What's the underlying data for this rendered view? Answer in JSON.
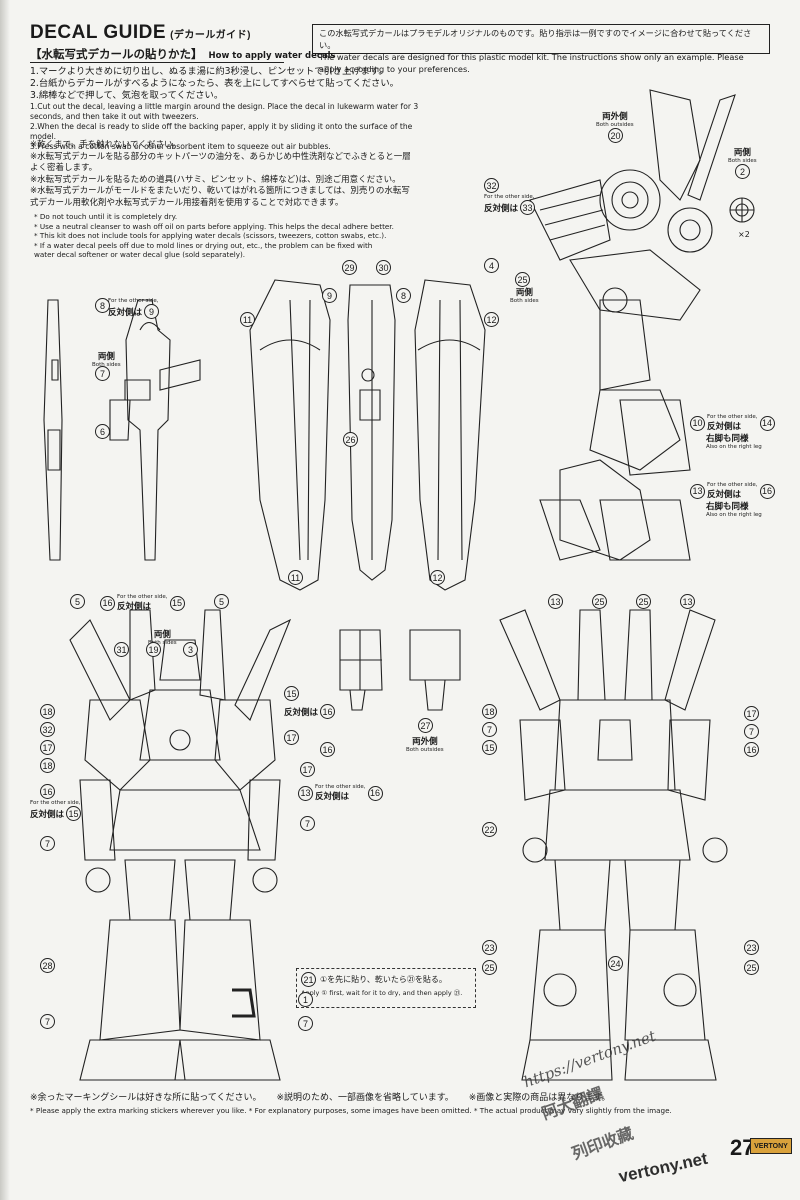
{
  "header": {
    "title": "DECAL GUIDE",
    "subtitle": "(デカールガイド)"
  },
  "notice": {
    "jp": "この水転写式デカールはプラモデルオリジナルのものです。貼り指示は一例ですのでイメージに合わせて貼ってください。",
    "en": "The water decals are designed for this plastic model kit. The instructions show only an example. Please apply according to your preferences."
  },
  "howto": {
    "title_jp": "【水転写式デカールの貼りかた】",
    "title_en": "How to apply water decals",
    "steps_jp": [
      "1.マークより大きめに切り出し、ぬるま湯に約3秒浸し、ピンセットで引き上げます。",
      "2.台紙からデカールがすべるようになったら、表を上にしてすべらせて貼ってください。",
      "3.綿棒などで押して、気泡を取ってください。"
    ],
    "steps_en": [
      "1.Cut out the decal, leaving a little margin around the design. Place the decal in lukewarm water for 3",
      "   seconds, and then take it out with tweezers.",
      "2.When the decal is ready to slide off the backing paper, apply it by sliding it onto the surface of the model.",
      "3.Press with a cotton swab or other absorbent item to squeeze out air bubbles."
    ],
    "notes_jp": [
      "※乾くまで、手を触れないでください。",
      "※水転写式デカールを貼る部分のキットパーツの油分を、あらかじめ中性洗剤などでふきとると一層",
      "  よく密着します。",
      "※水転写式デカールを貼るための道具(ハサミ、ピンセット、綿棒など)は、別途ご用意ください。",
      "※水転写式デカールがモールドをまたいだり、乾いてはがれる箇所につきましては、別売りの水転写",
      "  式デカール用軟化剤や水転写式デカール用接着剤を使用することで対応できます。"
    ],
    "notes_en": [
      "* Do not touch until it is completely dry.",
      "* Use a neutral cleanser to wash off oil on parts before applying. This helps the decal adhere better.",
      "* This kit does not include tools for applying water decals (scissors, tweezers, cotton swabs, etc.).",
      "* If a water decal peels off due to mold lines or drying out, etc., the problem can be fixed with",
      "  water decal softener or water decal glue (sold separately)."
    ]
  },
  "labels": {
    "both_outsides_jp": "両外側",
    "both_outsides_en": "Both outsides",
    "both_sides_jp": "両側",
    "both_sides_en": "Both sides",
    "other_side_en": "For the other side,",
    "other_side_jp": "反対側は",
    "right_leg_jp": "右脚も同様",
    "right_leg_en": "Also on the right leg",
    "times_two": "×2"
  },
  "tip": {
    "jp": "①を先に貼り、乾いたら㉑を貼る。",
    "en": "Apply ① first, wait for it to dry, and then apply ㉑."
  },
  "footer": {
    "jp_1": "※余ったマーキングシールは好きな所に貼ってください。",
    "jp_2": "※説明のため、一部画像を省略しています。",
    "jp_3": "※画像と実際の商品は異なります。",
    "en": "* Please apply the extra marking stickers wherever you like.  * For explanatory purposes, some images have been omitted.  * The actual product may vary slightly from the image."
  },
  "page_number": "27",
  "brand": "VERTONY",
  "watermark": {
    "url": "https://vertony.net",
    "cn_1": "阿大翻譯",
    "cn_2": "列印收藏",
    "site": "vertony.net"
  },
  "decals": {
    "n1": "1",
    "n2": "2",
    "n3": "3",
    "n4": "4",
    "n5": "5",
    "n6": "6",
    "n7": "7",
    "n8": "8",
    "n9": "9",
    "n10": "10",
    "n11": "11",
    "n12": "12",
    "n13": "13",
    "n14": "14",
    "n15": "15",
    "n16": "16",
    "n17": "17",
    "n18": "18",
    "n19": "19",
    "n20": "20",
    "n21": "21",
    "n22": "22",
    "n23": "23",
    "n24": "24",
    "n25": "25",
    "n26": "26",
    "n27": "27",
    "n28": "28",
    "n29": "29",
    "n30": "30",
    "n31": "31",
    "n32": "32",
    "n33": "33"
  }
}
